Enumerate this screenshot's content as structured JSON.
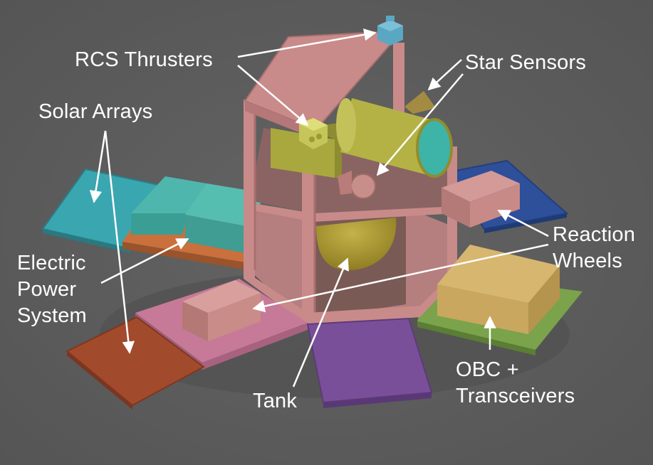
{
  "labels": {
    "rcs_thrusters": "RCS Thrusters",
    "star_sensors": "Star Sensors",
    "solar_arrays": "Solar Arrays",
    "electric_power_system": [
      "Electric",
      "Power",
      "System"
    ],
    "reaction_wheels": [
      "Reaction",
      "Wheels"
    ],
    "tank": "Tank",
    "obc_transceivers": [
      "OBC +",
      "Transceivers"
    ]
  },
  "colors": {
    "background": "#5e5e5e",
    "structure": "#c98a8a",
    "solar_panel_cyan": "#3aa6b0",
    "solar_panel_orange": "#a24a2c",
    "solar_panel_purple": "#7a4f9a",
    "solar_panel_blue": "#2e4f9a",
    "solar_panel_green": "#7aa34b",
    "olive_component": "#a9a83e",
    "tan_component": "#c9a75e",
    "teal_box": "#3b9e95",
    "tank_gold": "#a8962f",
    "label_text": "#ffffff"
  }
}
